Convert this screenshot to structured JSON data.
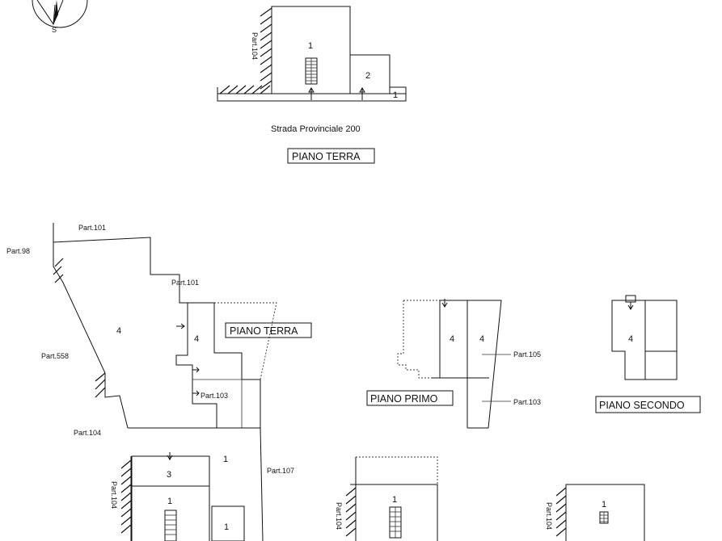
{
  "compass": {
    "south_label": "S"
  },
  "top_plan": {
    "road_label": "Strada Provinciale 200",
    "parcel_label": "Part.104",
    "units": [
      "1",
      "2",
      "1"
    ],
    "floor_box": "PIANO TERRA"
  },
  "site_plan": {
    "parcel_labels": {
      "p101_top": "Part.101",
      "p98": "Part.98",
      "p101_mid": "Part.101",
      "p558": "Part.558",
      "p103": "Part.103",
      "p104": "Part.104",
      "p107": "Part.107",
      "p104_vert": "Part.104"
    },
    "units": [
      "4",
      "4",
      "1",
      "3",
      "1",
      "1"
    ],
    "floor_box": "PIANO TERRA"
  },
  "first_floor": {
    "units": [
      "4",
      "4"
    ],
    "parcel_labels": {
      "p105": "Part.105",
      "p103": "Part.103"
    },
    "floor_box": "PIANO PRIMO"
  },
  "second_floor": {
    "units": [
      "4"
    ],
    "floor_box": "PIANO SECONDO"
  },
  "bottom_middle": {
    "parcel_label": "Part.104",
    "units": [
      "1"
    ]
  },
  "bottom_right": {
    "parcel_label": "Part.104",
    "units": [
      "1"
    ]
  }
}
